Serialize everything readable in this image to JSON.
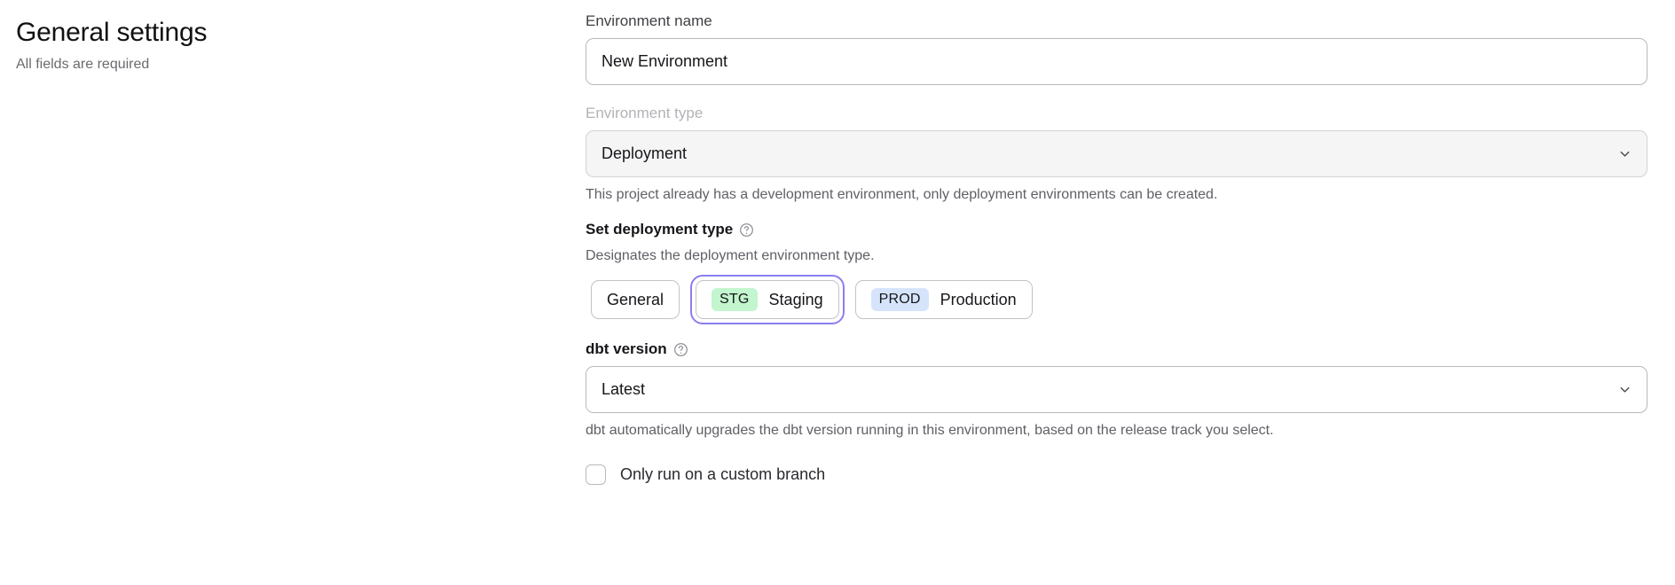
{
  "header": {
    "title": "General settings",
    "subtitle": "All fields are required"
  },
  "form": {
    "environment_name": {
      "label": "Environment name",
      "value": "New Environment",
      "placeholder": "Environment name"
    },
    "environment_type": {
      "label": "Environment type",
      "value": "Deployment",
      "disabled": true,
      "hint": "This project already has a development environment, only deployment environments can be created.",
      "chevron_icon": "chevron-down-icon"
    },
    "deployment_type": {
      "label": "Set deployment type",
      "help_icon": "question-circle-icon",
      "description": "Designates the deployment environment type.",
      "options": [
        {
          "id": "general",
          "badge": "",
          "label": "General",
          "selected": false,
          "focused": false
        },
        {
          "id": "staging",
          "badge": "STG",
          "label": "Staging",
          "selected": false,
          "focused": true,
          "badge_color": "#c3f5ce"
        },
        {
          "id": "production",
          "badge": "PROD",
          "label": "Production",
          "selected": false,
          "focused": false,
          "badge_color": "#d6e4fb"
        }
      ],
      "focus_ring_color": "#8b7ff0"
    },
    "dbt_version": {
      "label": "dbt version",
      "help_icon": "question-circle-icon",
      "value": "Latest",
      "hint": "dbt automatically upgrades the dbt version running in this environment, based on the release track you select.",
      "chevron_icon": "chevron-down-icon"
    },
    "custom_branch": {
      "label": "Only run on a custom branch",
      "checked": false
    }
  }
}
